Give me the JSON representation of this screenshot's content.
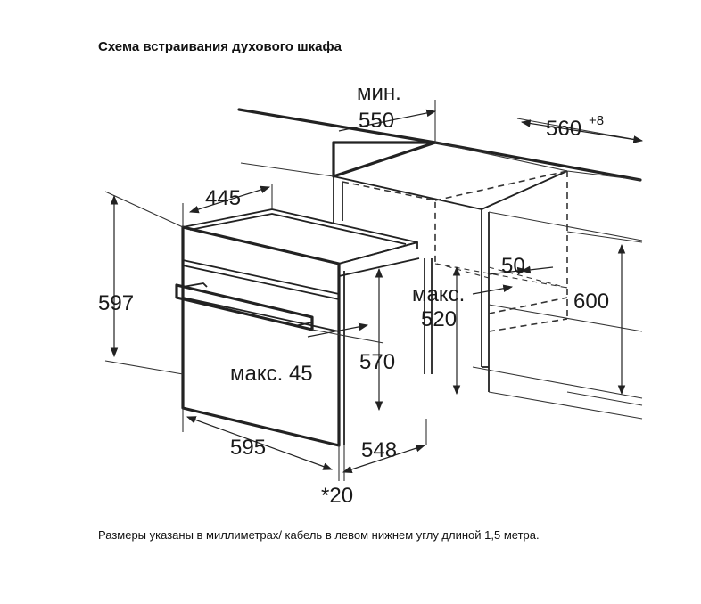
{
  "title": "Схема встраивания духового шкафа",
  "caption": "Размеры указаны в миллиметрах/ кабель в левом нижнем углу длиной 1,5 метра.",
  "dimensions": {
    "niche_width_min_label": "мин.",
    "niche_width_min": "550",
    "niche_width": "560",
    "niche_width_tolerance": "+8",
    "oven_depth_top": "445",
    "oven_height": "597",
    "niche_height": "600",
    "gap": "50",
    "max_depth_label": "макс.",
    "max_depth": "520",
    "inner_height": "570",
    "max_45": "макс. 45",
    "oven_width": "595",
    "oven_depth": "548",
    "front_offset": "*20"
  }
}
